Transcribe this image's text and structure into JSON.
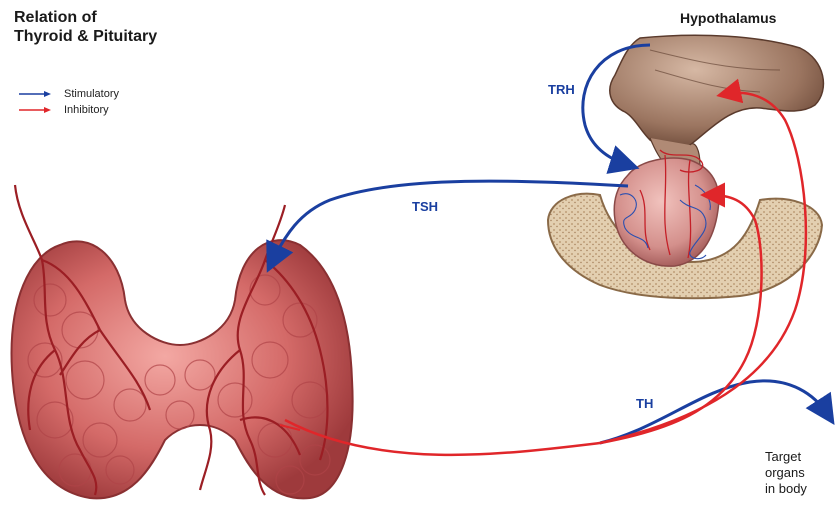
{
  "title": {
    "line1": "Relation of",
    "line2": "Thyroid & Pituitary"
  },
  "legend": [
    {
      "label": "Stimulatory",
      "color": "#1a3fa0"
    },
    {
      "label": "Inhibitory",
      "color": "#e0262a"
    }
  ],
  "labels": {
    "hypothalamus": "Hypothalamus",
    "trh": "TRH",
    "tsh": "TSH",
    "th": "TH",
    "target": [
      "Target",
      "organs",
      "in body"
    ]
  },
  "colors": {
    "stimulatory": "#1a3fa0",
    "inhibitory": "#e0262a",
    "thyroid": "#c9575a",
    "brain": "#8a6552",
    "bone": "#d9c3a3"
  },
  "icons": [
    "thyroid-gland-illustration",
    "pituitary-hypothalamus-illustration"
  ]
}
